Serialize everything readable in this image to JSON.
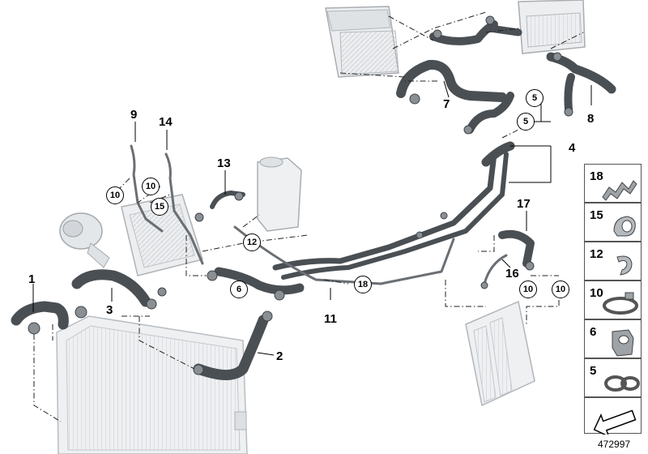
{
  "diagram": {
    "id": "472997",
    "callouts": [
      "1",
      "2",
      "3",
      "4",
      "7",
      "8",
      "9",
      "11",
      "13",
      "14",
      "16",
      "17"
    ],
    "circled": [
      "5",
      "5",
      "6",
      "10",
      "10",
      "10",
      "10",
      "12",
      "15",
      "18"
    ],
    "legend": [
      "18",
      "15",
      "12",
      "10",
      "6",
      "5"
    ]
  }
}
